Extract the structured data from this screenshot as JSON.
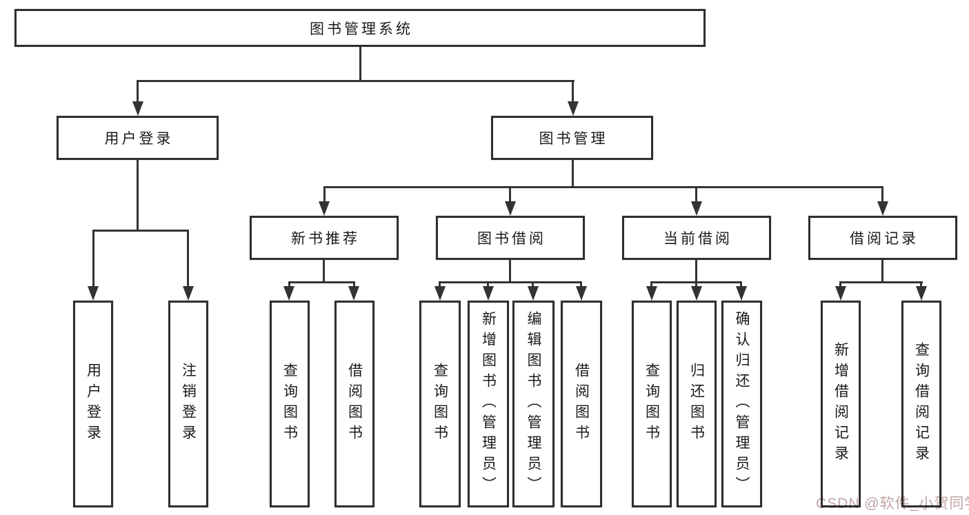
{
  "diagram": {
    "root": {
      "label": "图书管理系统"
    },
    "level2": [
      {
        "label": "用户登录"
      },
      {
        "label": "图书管理"
      }
    ],
    "level3": [
      {
        "label": "新书推荐"
      },
      {
        "label": "图书借阅"
      },
      {
        "label": "当前借阅"
      },
      {
        "label": "借阅记录"
      }
    ],
    "leaves": {
      "user_login": [
        {
          "label": "用户登录"
        },
        {
          "label": "注销登录"
        }
      ],
      "new_book": [
        {
          "label": "查询图书"
        },
        {
          "label": "借阅图书"
        }
      ],
      "book_borrow": [
        {
          "label": "查询图书"
        },
        {
          "label": "新增图书（管理员）"
        },
        {
          "label": "编辑图书（管理员）"
        },
        {
          "label": "借阅图书"
        }
      ],
      "current_borrow": [
        {
          "label": "查询图书"
        },
        {
          "label": "归还图书"
        },
        {
          "label": "确认归还（管理员）"
        }
      ],
      "borrow_records": [
        {
          "label": "新增借阅记录"
        },
        {
          "label": "查询借阅记录"
        }
      ]
    }
  },
  "watermark": {
    "text": "CSDN @软件_小贺同学"
  },
  "colors": {
    "line": "#333333",
    "box_border": "#2f2f2f",
    "text": "#1a1a1a",
    "bg": "#ffffff",
    "watermark": "#c2a4a5"
  }
}
